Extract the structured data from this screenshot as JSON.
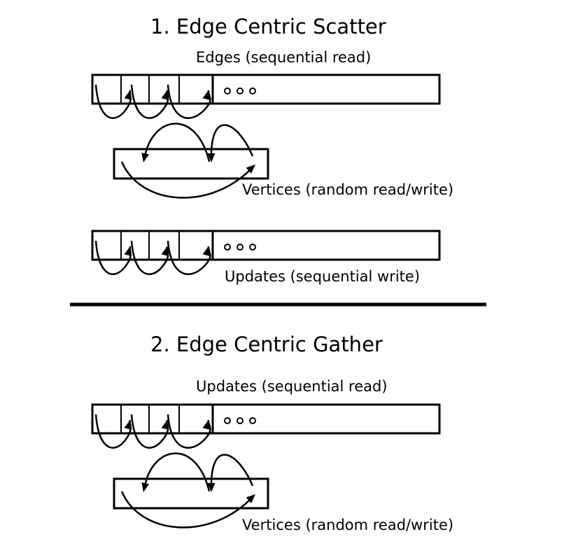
{
  "scatter": {
    "title": "1. Edge Centric Scatter",
    "edges_label": "Edges (sequential read)",
    "vertices_label": "Vertices (random read/write)",
    "updates_label": "Updates (sequential write)"
  },
  "gather": {
    "title": "2. Edge Centric Gather",
    "updates_label": "Updates (sequential read)",
    "vertices_label": "Vertices (random read/write)"
  }
}
